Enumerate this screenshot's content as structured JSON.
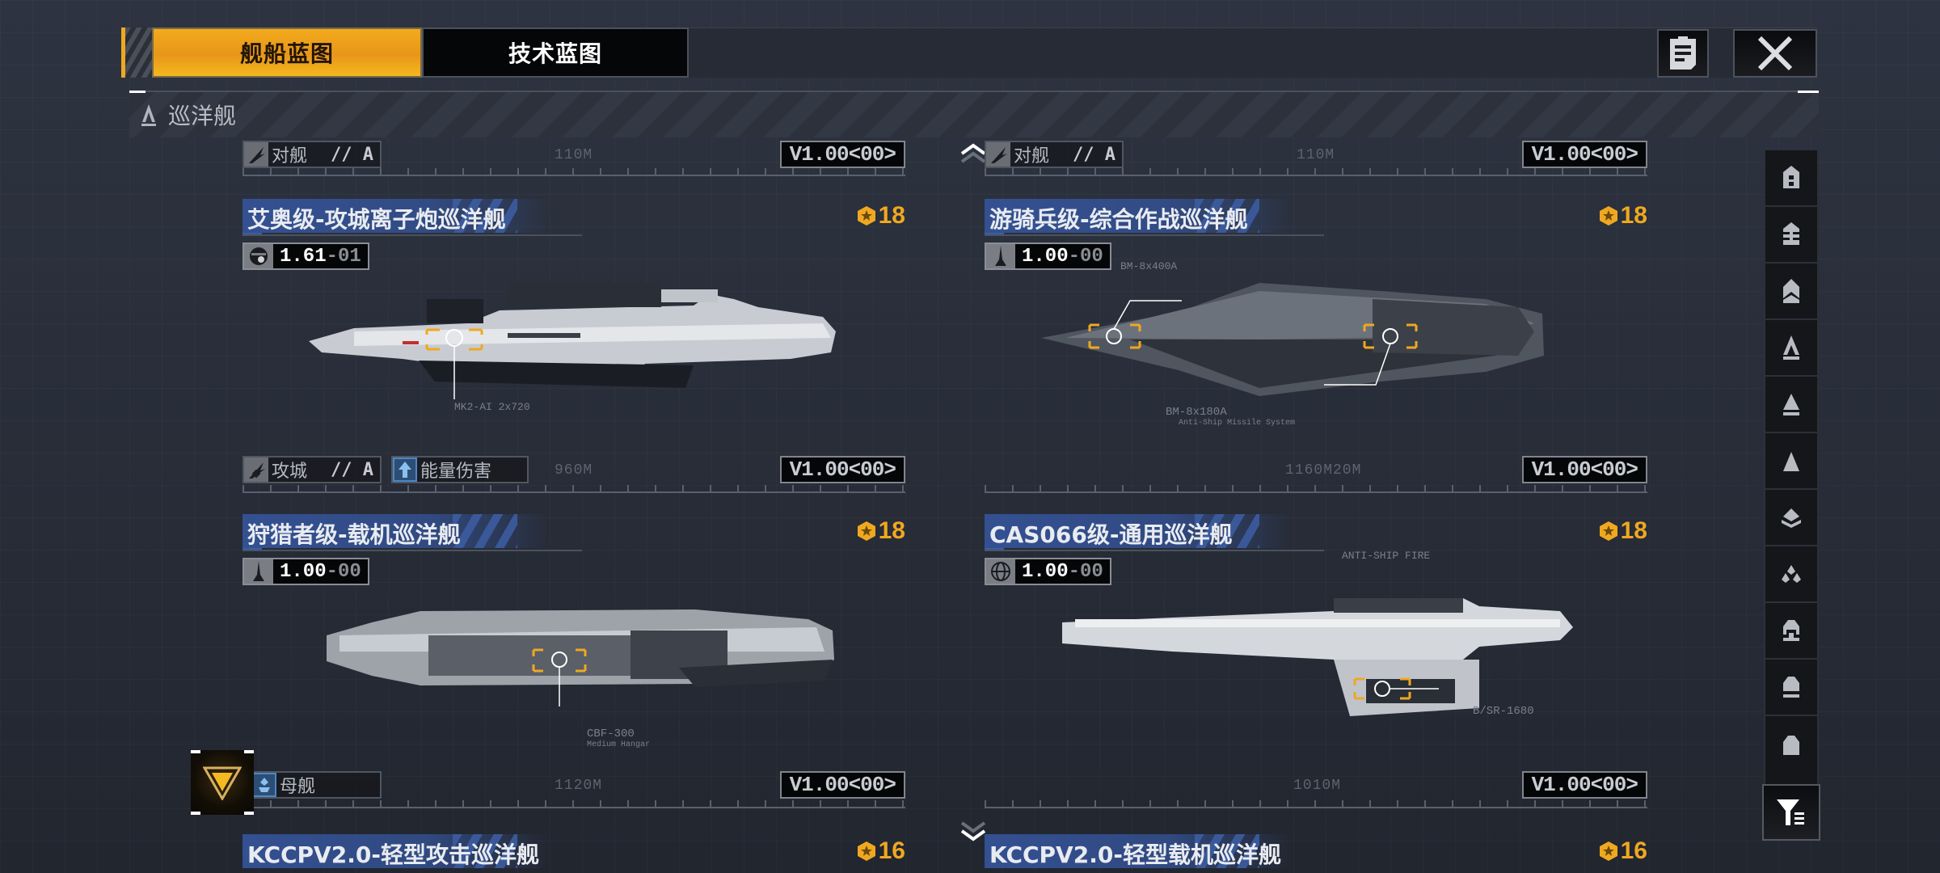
{
  "header": {
    "tabs": [
      {
        "label": "舰船蓝图",
        "active": true
      },
      {
        "label": "技术蓝图",
        "active": false
      }
    ],
    "notes_button": "notes-icon",
    "close_button": "close-icon"
  },
  "category": {
    "icon": "cruiser-icon",
    "label": "巡洋舰"
  },
  "colors": {
    "accent": "#f0a820",
    "title_blue": "#3c5ea8",
    "background": "#2a303c"
  },
  "cards": [
    {
      "top_tag": {
        "label": "对舰",
        "grade": "// A"
      },
      "top_length": "110M",
      "top_version": "V1.00<00>",
      "title": "艾奥级-攻城离子炮巡洋舰",
      "tier": "18",
      "param": {
        "icon": "engine-icon",
        "main": "1.61",
        "sep": "-",
        "sub": "01"
      },
      "callouts": [
        "MK2-AI 2x720"
      ],
      "tags": [
        {
          "label": "攻城",
          "grade": "// A"
        },
        {
          "label": "能量伤害",
          "grade": ""
        }
      ],
      "length": "960M",
      "version": "V1.00<00>"
    },
    {
      "top_tag": {
        "label": "对舰",
        "grade": "// A"
      },
      "top_length": "110M",
      "top_version": "V1.00<00>",
      "title": "游骑兵级-综合作战巡洋舰",
      "tier": "18",
      "param": {
        "icon": "missile-icon",
        "main": "1.00",
        "sep": "-",
        "sub": "00"
      },
      "callouts": [
        "BM-8x400A",
        "BM-8x180A",
        "Anti-Ship Missile System"
      ],
      "tags": [],
      "length": "1160M20M",
      "version": "V1.00<00>"
    },
    {
      "title": "狩猎者级-载机巡洋舰",
      "tier": "18",
      "param": {
        "icon": "missile-icon",
        "main": "1.00",
        "sep": "-",
        "sub": "00"
      },
      "callouts": [
        "CBF-300",
        "Medium Hangar"
      ],
      "tags": [
        {
          "label": "母舰",
          "grade": ""
        }
      ],
      "length": "1120M",
      "version": "V1.00<00>"
    },
    {
      "title": "CAS066级-通用巡洋舰",
      "tier": "18",
      "param": {
        "icon": "globe-icon",
        "main": "1.00",
        "sep": "-",
        "sub": "00"
      },
      "callouts": [
        "ANTI-SHIP FIRE",
        "B/SR-1680"
      ],
      "tags": [],
      "length": "1010M",
      "version": "V1.00<00>"
    },
    {
      "title": "KCCPV2.0-轻型攻击巡洋舰",
      "tier": "16"
    },
    {
      "title": "KCCPV2.0-轻型载机巡洋舰",
      "tier": "16"
    }
  ],
  "sidebar": {
    "items": [
      {
        "icon": "ship-class-1-icon"
      },
      {
        "icon": "ship-class-2-icon"
      },
      {
        "icon": "ship-class-3-icon"
      },
      {
        "icon": "cruiser-icon"
      },
      {
        "icon": "frigate-icon"
      },
      {
        "icon": "corvette-icon"
      },
      {
        "icon": "carrier-icon"
      },
      {
        "icon": "aircraft-group-icon"
      },
      {
        "icon": "auxiliary-icon"
      },
      {
        "icon": "support-icon"
      },
      {
        "icon": "station-icon"
      }
    ],
    "filter_icon": "filter-icon"
  }
}
